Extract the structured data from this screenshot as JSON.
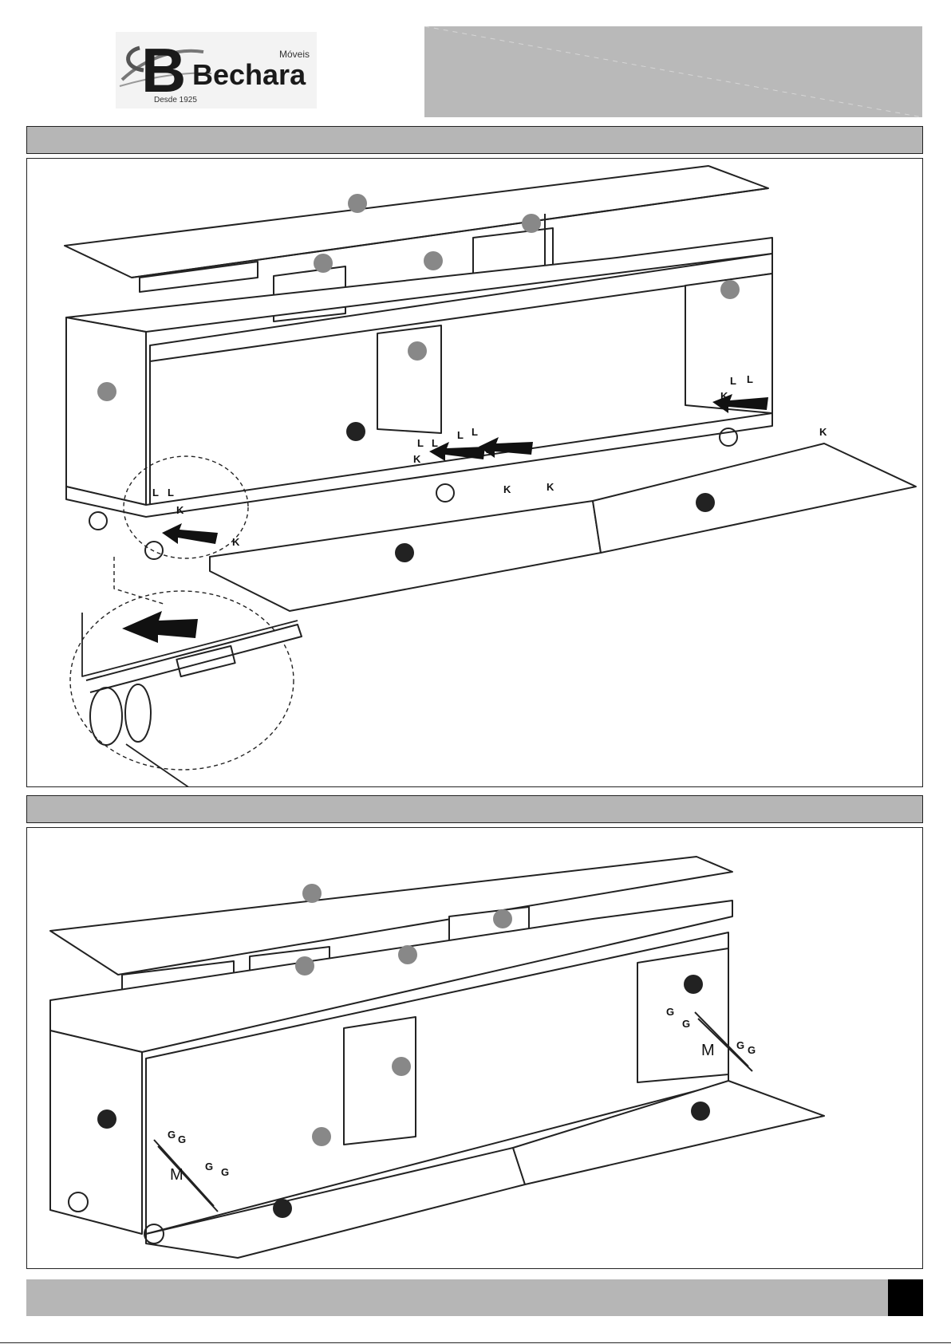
{
  "logo": {
    "mark_letter": "B",
    "brand": "Bechara",
    "tagline": "Móveis",
    "since": "Desde 1925"
  },
  "step1": {
    "labels": {
      "L": "L",
      "K": "K"
    }
  },
  "step2": {
    "labels": {
      "G": "G",
      "M": "M"
    }
  }
}
